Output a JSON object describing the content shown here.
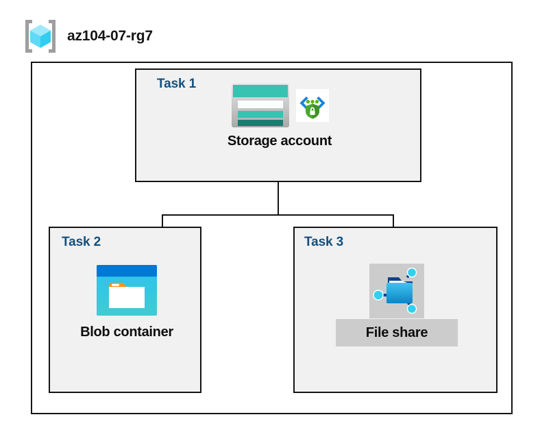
{
  "diagram": {
    "type": "azure-architecture",
    "background_color": "#ffffff",
    "border_color": "#141414",
    "panel_fill": "#f1f1f1",
    "task_label_color": "#12507e",
    "highlight_fill": "#cccccc"
  },
  "header": {
    "icon_name": "resource-group-icon",
    "title": "az104-07-rg7"
  },
  "boundary": {
    "name": "resource-group-boundary"
  },
  "tasks": [
    {
      "id": "task1",
      "label": "Task 1",
      "resource": {
        "name": "Storage account",
        "icon_name": "storage-account-icon",
        "badge_icon_name": "secure-endpoint-shield-icon",
        "icon_colors": {
          "header_bar": "#37c2b1",
          "mid_bar": "#37c2b1",
          "bottom_bar": "#1d7b70",
          "body": "#c8c8c8"
        },
        "badge_colors": {
          "brackets": "#1a84d8",
          "dots": "#5ab500",
          "shield": "#4aa72a"
        }
      }
    },
    {
      "id": "task2",
      "label": "Task 2",
      "resource": {
        "name": "Blob container",
        "icon_name": "blob-container-icon",
        "icon_colors": {
          "title_bar": "#0078d4",
          "body_top": "#2ac0ea",
          "body_bottom": "#3ec8d4",
          "folder_tab": "#f7941e",
          "document": "#ffffff"
        }
      }
    },
    {
      "id": "task3",
      "label": "Task 3",
      "resource": {
        "name": "File share",
        "icon_name": "file-share-icon",
        "highlighted": true,
        "icon_colors": {
          "folder_top": "#32b6e6",
          "folder_bottom": "#0d8cc9",
          "accent_dark": "#10408a",
          "node": "#32d0f0"
        }
      }
    }
  ],
  "connectors": [
    {
      "name": "storage-to-branch-trunk",
      "from": "task1",
      "to": "branch-bar"
    },
    {
      "name": "branch-bar",
      "from": "branch-left",
      "to": "branch-right"
    },
    {
      "name": "branch-to-blob-container",
      "from": "branch-bar",
      "to": "task2"
    },
    {
      "name": "branch-to-file-share",
      "from": "branch-bar",
      "to": "task3"
    }
  ]
}
